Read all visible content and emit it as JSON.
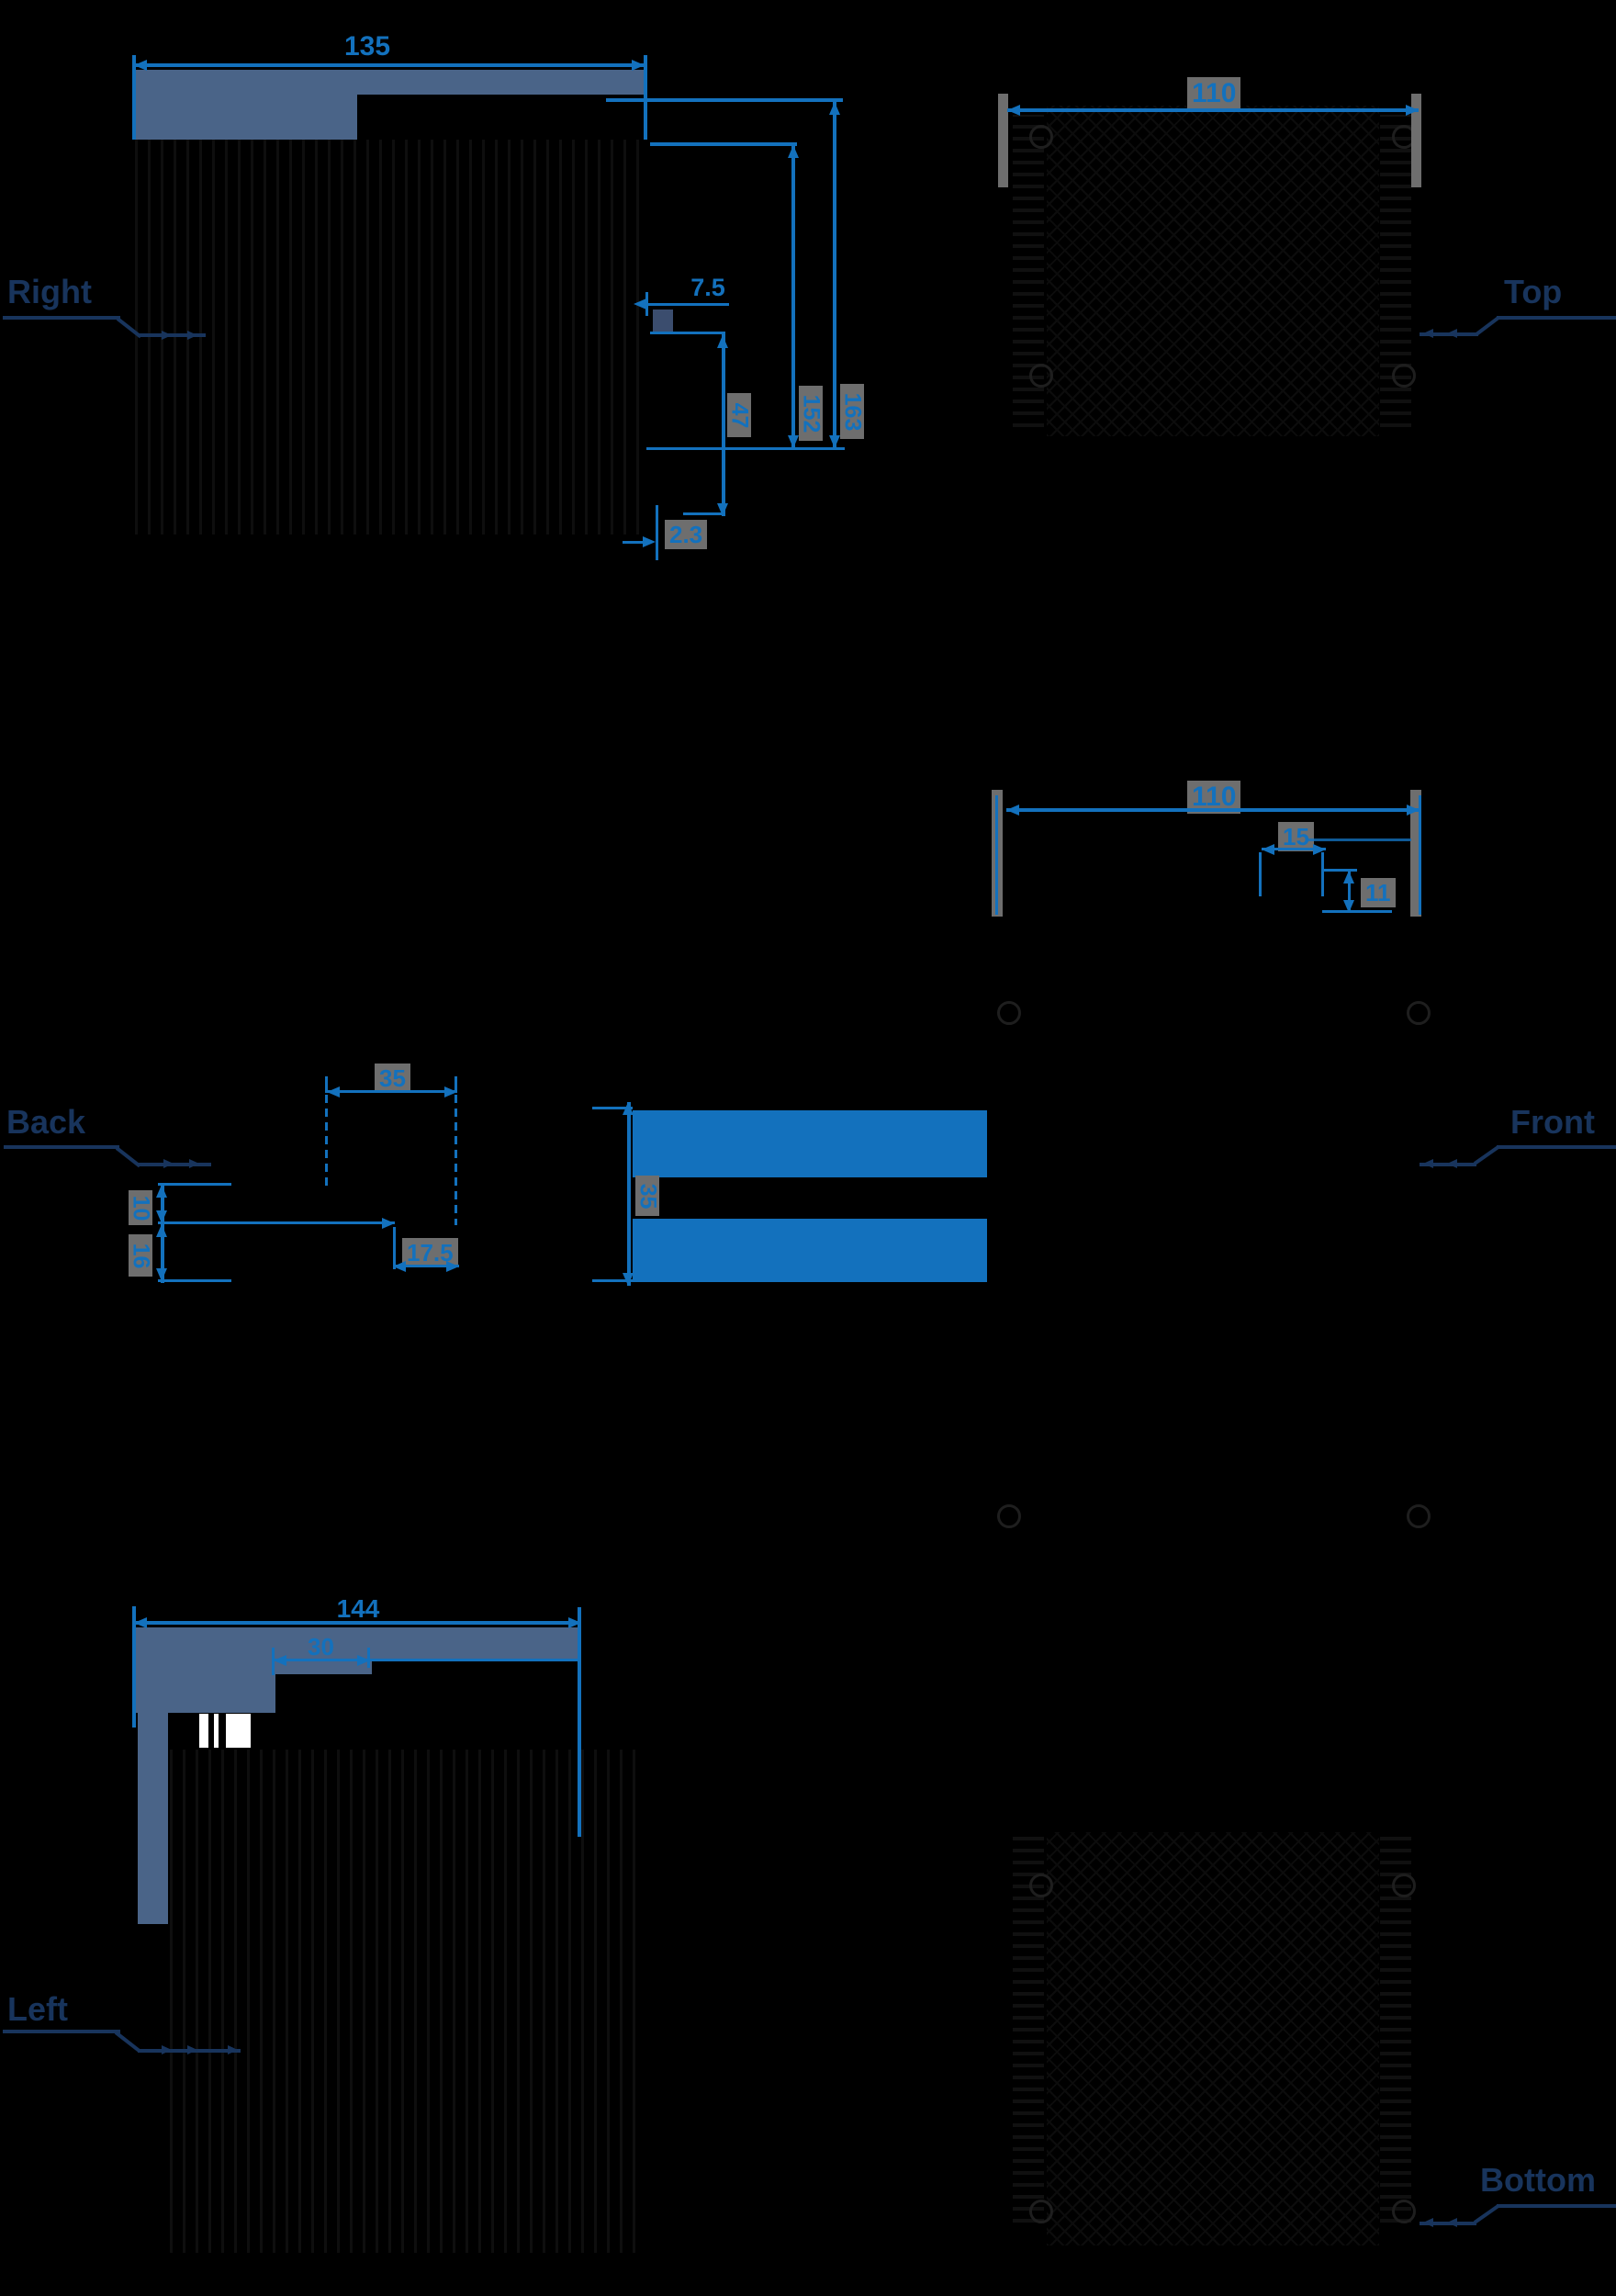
{
  "colors": {
    "dimension_blue": "#1371bd",
    "leader_navy": "#18345c",
    "fill_slate": "#4a6488",
    "extension_gray": "#6e6e6e",
    "background": "#000000",
    "rail_highlight": "#1371bd"
  },
  "views": {
    "right": {
      "label": "Right",
      "width": "135",
      "clip_offset": "7.5",
      "clip_length": "47",
      "panel_thickness": "2.3",
      "body_height": "152",
      "total_height": "163"
    },
    "top": {
      "label": "Top",
      "width": "110"
    },
    "back": {
      "label": "Back",
      "slot_upper": "10",
      "slot_lower": "16",
      "rail_width": "35",
      "rail_tab": "17.5",
      "rail_height": "35"
    },
    "front": {
      "label": "Front",
      "width": "110",
      "connector_width": "15",
      "connector_height": "11"
    },
    "left": {
      "label": "Left",
      "depth": "144",
      "step_depth": "30"
    },
    "bottom": {
      "label": "Bottom"
    }
  }
}
